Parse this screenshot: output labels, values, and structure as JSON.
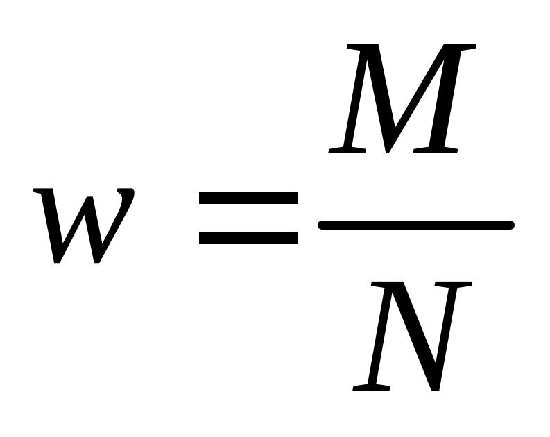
{
  "formula": {
    "lhs": "w",
    "operator": "=",
    "numerator": "M",
    "denominator": "N"
  }
}
